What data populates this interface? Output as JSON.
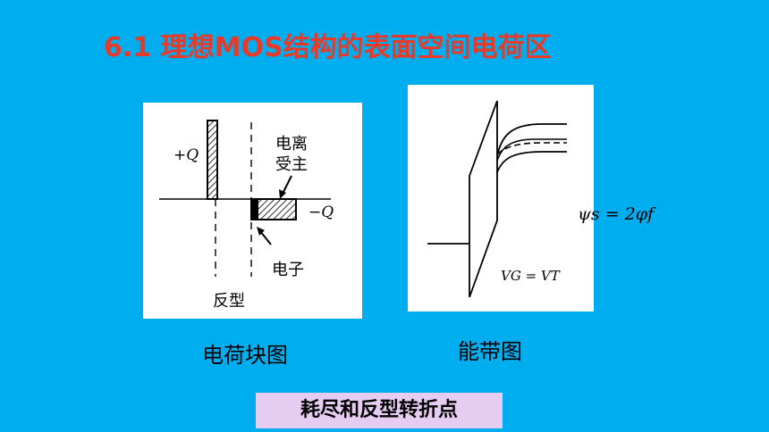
{
  "title": "6.1 理想MOS结构的表面空间电荷区",
  "left_panel": {
    "plus_q": "+Q",
    "minus_q": "−Q",
    "acceptor_ions_line1": "电离",
    "acceptor_ions_line2": "受主",
    "electrons": "电子",
    "inversion": "反型",
    "caption": "电荷块图"
  },
  "right_panel": {
    "vg_vt": "VG = VT",
    "caption": "能带图"
  },
  "formula": "ψs = 2φf",
  "bottom_label": "耗尽和反型转折点",
  "colors": {
    "background": "#00AEEF",
    "title": "#E63B2A",
    "bottom_box": "#E6CCF0"
  }
}
